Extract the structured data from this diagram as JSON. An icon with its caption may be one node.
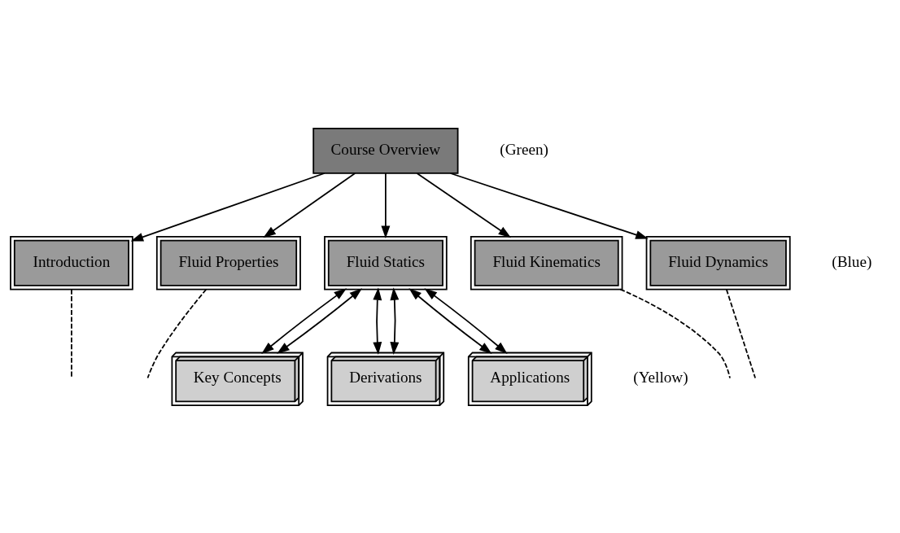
{
  "diagram": {
    "nodes": [
      {
        "text": [
          "Course Overview"
        ]
      },
      {
        "text": [
          "Introduction"
        ]
      },
      {
        "text": [
          "Fluid Properties"
        ]
      },
      {
        "text": [
          "Fluid Statics"
        ]
      },
      {
        "text": [
          "Fluid Kinematics"
        ]
      },
      {
        "text": [
          "Fluid Dynamics"
        ]
      },
      {
        "text": [
          "Key Concepts"
        ]
      },
      {
        "text": [
          "Derivations"
        ]
      },
      {
        "text": [
          "Applications"
        ]
      }
    ],
    "edges": [
      {
        "from": 0,
        "to": 1,
        "arrow": "to"
      },
      {
        "from": 0,
        "to": 2,
        "arrow": "to"
      },
      {
        "from": 0,
        "to": 3,
        "arrow": "to"
      },
      {
        "from": 0,
        "to": 4,
        "arrow": "to"
      },
      {
        "from": 0,
        "to": 5,
        "arrow": "to"
      },
      {
        "from": 3,
        "to": 6,
        "arrow": "both"
      },
      {
        "from": 6,
        "to": 3,
        "arrow": "both"
      },
      {
        "from": 3,
        "to": 7,
        "arrow": "both"
      },
      {
        "from": 7,
        "to": 3,
        "arrow": "both"
      },
      {
        "from": 3,
        "to": 8,
        "arrow": "both"
      },
      {
        "from": 8,
        "to": 3,
        "arrow": "both"
      },
      {
        "from": 1,
        "to": null,
        "arrow": "none",
        "style": "dashed"
      },
      {
        "from": 2,
        "to": null,
        "arrow": "none",
        "style": "dashed"
      },
      {
        "from": 4,
        "to": null,
        "arrow": "none",
        "style": "dashed"
      },
      {
        "from": 5,
        "to": null,
        "arrow": "none",
        "style": "dashed"
      }
    ],
    "labels": [
      "(Green)",
      "(Blue)",
      "(Yellow)"
    ]
  }
}
